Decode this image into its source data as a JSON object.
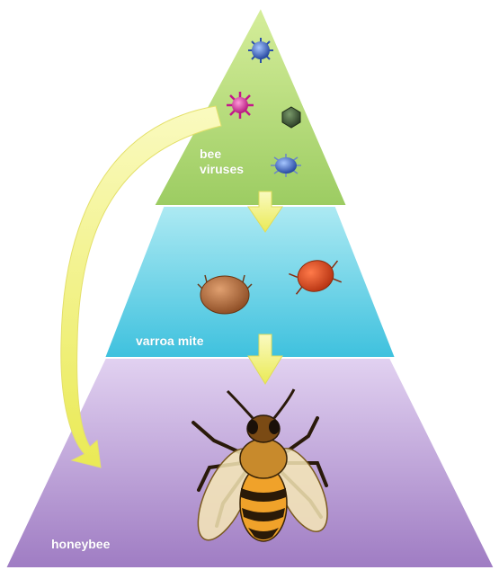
{
  "tiers": {
    "top": {
      "label_line1": "bee",
      "label_line2": "viruses",
      "color": "#b9dc7c"
    },
    "middle": {
      "label": "varroa mite",
      "color": "#58cce3"
    },
    "bottom": {
      "label": "honeybee",
      "color": "#b79ad2"
    }
  },
  "arrow_color": "#f2f27a",
  "icons": [
    "virus-icon",
    "varroa-mite-icon",
    "honeybee-icon",
    "arrow-icon"
  ]
}
